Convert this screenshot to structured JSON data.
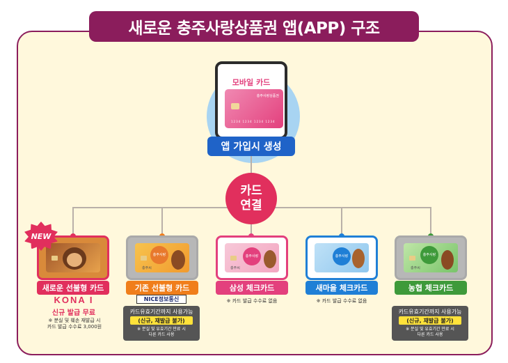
{
  "title": "새로운 충주사랑상품권 앱(APP) 구조",
  "top": {
    "phone_label": "모바일 카드",
    "card_name": "충주사랑상품권",
    "card_number": "1234 1234 1234 1234",
    "signup": "앱 가입시 생성"
  },
  "connect": {
    "line1": "카드",
    "line2": "연결"
  },
  "new_badge": "NEW",
  "cards": [
    {
      "label": "새로운 선불형 카드",
      "brand": "KONA I",
      "free_issue": "신규 발급 무료",
      "note_line1": "※ 분실 및 훼손 재발급 시",
      "note_line2": "카드 발급 수수료 3,000원",
      "color": "#e12f5d"
    },
    {
      "label": "기존 선불형 카드",
      "provider": "NICE정보통신",
      "validity": "카드유효기간까지 사용가능",
      "restriction": "(신규, 재발급 불가)",
      "note_line1": "※ 분실 및 유효기간 만료 시",
      "note_line2": "다른 카드 사용",
      "card_text1": "충주사랑",
      "card_text2": "상품권",
      "card_brand": "충주씨",
      "color": "#f07e1b"
    },
    {
      "label": "삼성 체크카드",
      "note": "※ 카드 발급 수수료 없음",
      "card_text1": "충주사랑",
      "card_text2": "상품권",
      "card_brand": "충주씨",
      "color": "#e3407d"
    },
    {
      "label": "새마을 체크카드",
      "note": "※ 카드 발급 수수료 없음",
      "card_text1": "충주사랑",
      "card_text2": "상품권",
      "color": "#1f7fd6"
    },
    {
      "label": "농협 체크카드",
      "validity": "카드유효기간까지 사용가능",
      "restriction": "(신규, 재발급 불가)",
      "note_line1": "※ 분실 및 유효기간 만료 시",
      "note_line2": "다른 카드 사용",
      "card_text1": "충주사랑",
      "card_text2": "상품권",
      "card_brand": "충주씨",
      "color": "#3e9a3a"
    }
  ]
}
